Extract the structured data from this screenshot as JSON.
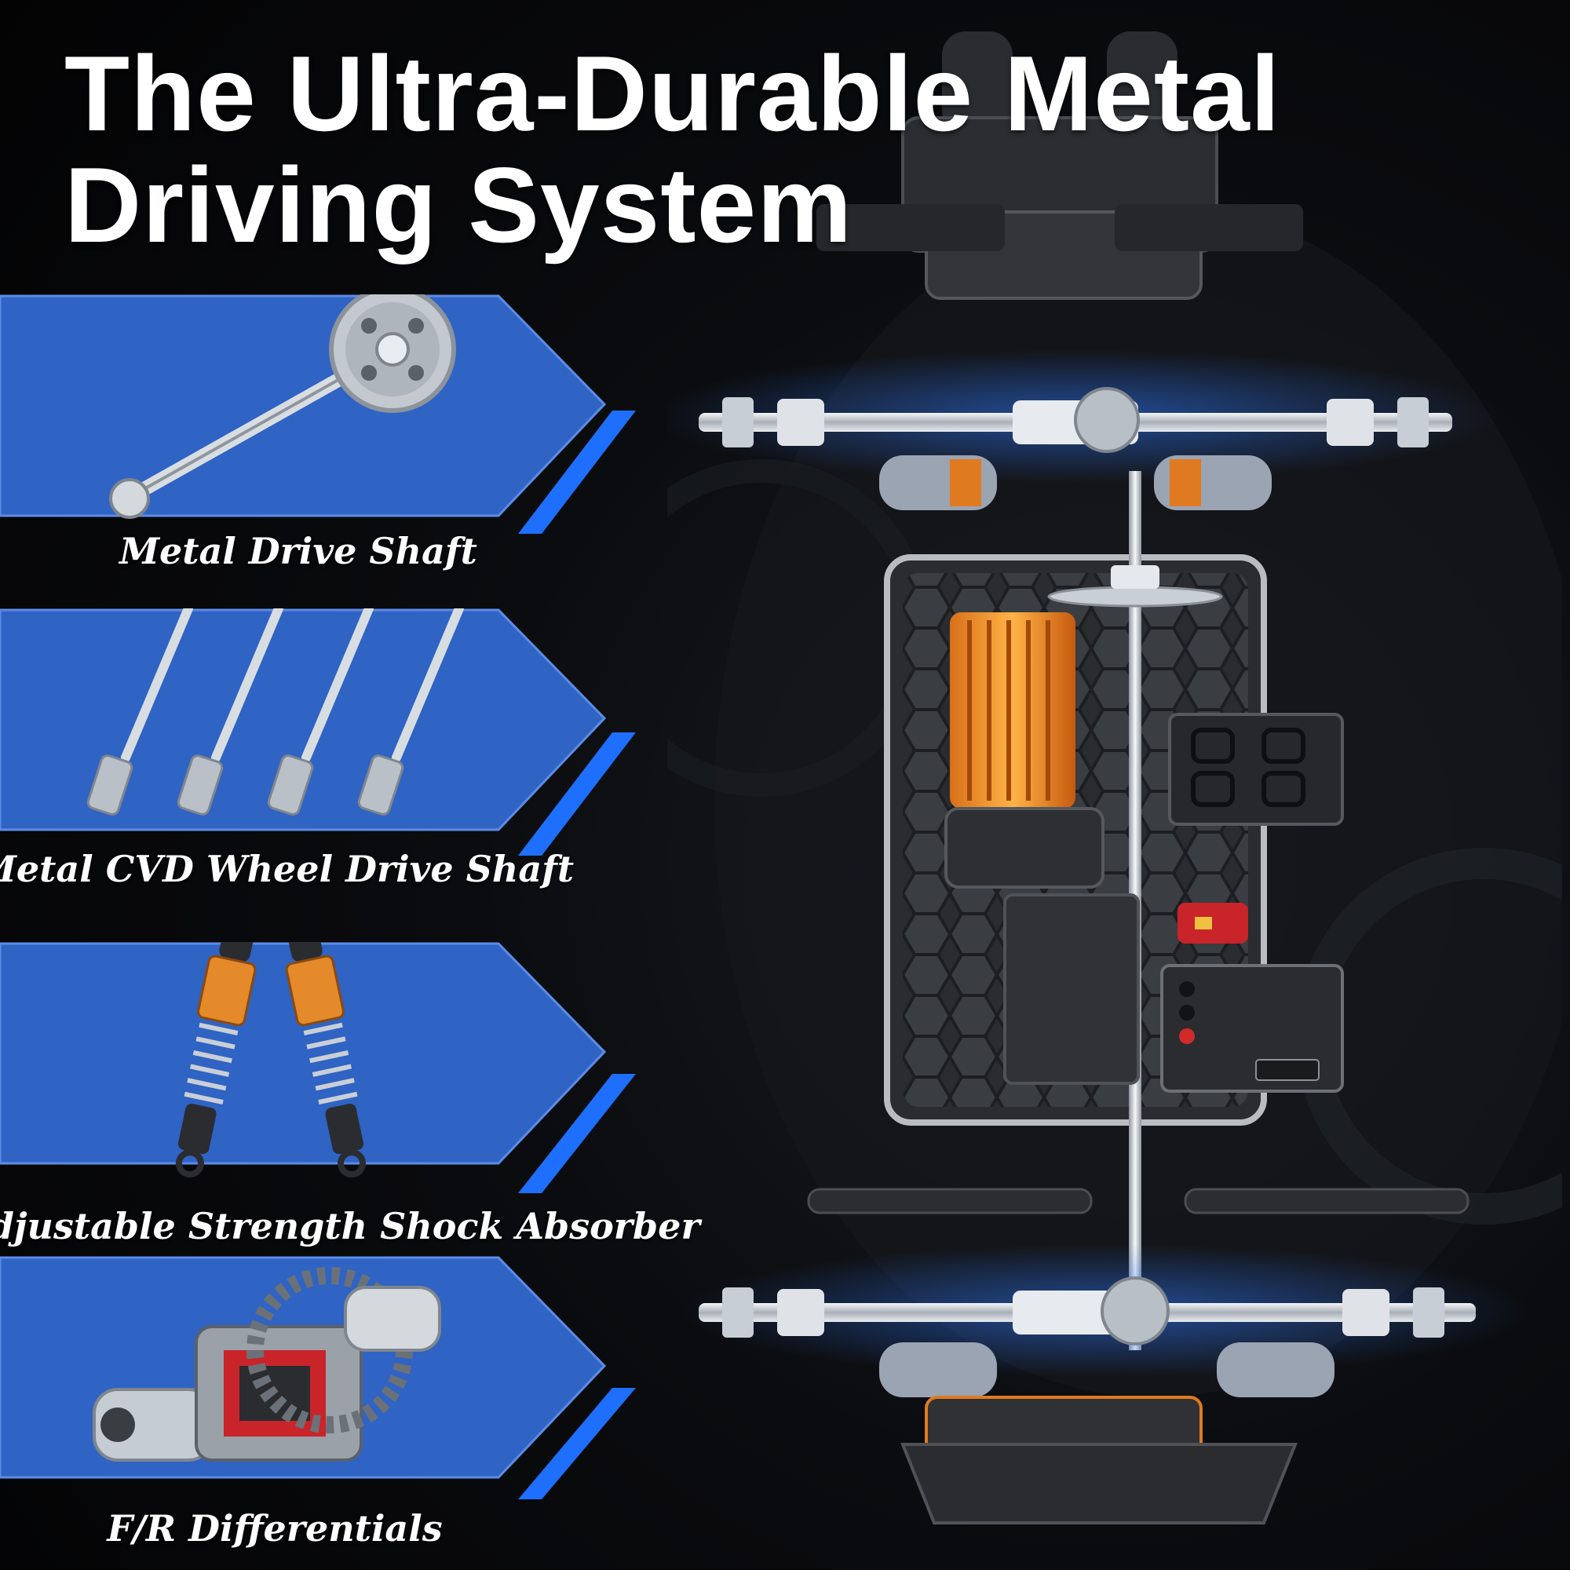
{
  "headline": {
    "line1": "The Ultra-Durable Metal",
    "line2": "Driving System"
  },
  "features": [
    {
      "caption": "Metal Drive Shaft",
      "icon": "drive-shaft-gear-icon"
    },
    {
      "caption": "Metal CVD Wheel Drive Shaft",
      "icon": "cvd-shafts-icon"
    },
    {
      "caption": "Adjustable Strength Shock Absorber",
      "icon": "shock-absorber-icon"
    },
    {
      "caption": "F/R Differentials",
      "icon": "differential-icon"
    }
  ],
  "chassis": {
    "icon": "rc-car-chassis-icon"
  },
  "colors": {
    "background": "#050608",
    "panel_blue": "#2f63c4",
    "panel_blue_light": "#4a7fde",
    "accent_blue": "#1f6fff",
    "motor_orange": "#f08a1c",
    "switch_red": "#c8242a"
  }
}
